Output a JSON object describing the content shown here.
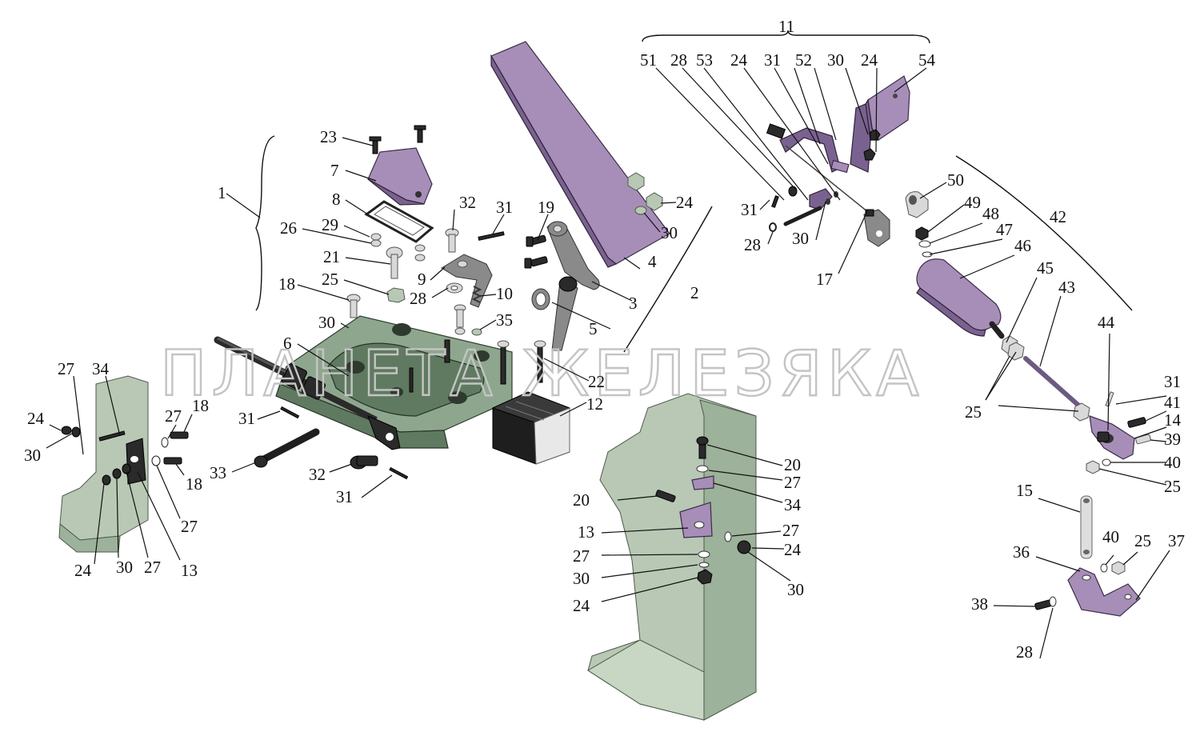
{
  "watermark": "ПЛАНЕТА ЖЕЛЕЗЯКА",
  "labels": [
    {
      "id": "l11",
      "text": "11"
    },
    {
      "id": "l51",
      "text": "51"
    },
    {
      "id": "l28a",
      "text": "28"
    },
    {
      "id": "l53",
      "text": "53"
    },
    {
      "id": "l24a",
      "text": "24"
    },
    {
      "id": "l31a",
      "text": "31"
    },
    {
      "id": "l52",
      "text": "52"
    },
    {
      "id": "l30a",
      "text": "30"
    },
    {
      "id": "l24b",
      "text": "24"
    },
    {
      "id": "l54",
      "text": "54"
    },
    {
      "id": "l23",
      "text": "23"
    },
    {
      "id": "l7",
      "text": "7"
    },
    {
      "id": "l1",
      "text": "1"
    },
    {
      "id": "l8",
      "text": "8"
    },
    {
      "id": "l29",
      "text": "29"
    },
    {
      "id": "l26",
      "text": "26"
    },
    {
      "id": "l21",
      "text": "21"
    },
    {
      "id": "l25a",
      "text": "25"
    },
    {
      "id": "l18a",
      "text": "18"
    },
    {
      "id": "l30b",
      "text": "30"
    },
    {
      "id": "l6",
      "text": "6"
    },
    {
      "id": "l32a",
      "text": "32"
    },
    {
      "id": "l31b",
      "text": "31"
    },
    {
      "id": "l19",
      "text": "19"
    },
    {
      "id": "l9",
      "text": "9"
    },
    {
      "id": "l28b",
      "text": "28"
    },
    {
      "id": "l10",
      "text": "10"
    },
    {
      "id": "l35",
      "text": "35"
    },
    {
      "id": "l24c",
      "text": "24"
    },
    {
      "id": "l30c",
      "text": "30"
    },
    {
      "id": "l4",
      "text": "4"
    },
    {
      "id": "l3",
      "text": "3"
    },
    {
      "id": "l5",
      "text": "5"
    },
    {
      "id": "l2",
      "text": "2"
    },
    {
      "id": "l22",
      "text": "22"
    },
    {
      "id": "l12",
      "text": "12"
    },
    {
      "id": "l31c",
      "text": "31"
    },
    {
      "id": "l28c",
      "text": "28"
    },
    {
      "id": "l30d",
      "text": "30"
    },
    {
      "id": "l17",
      "text": "17"
    },
    {
      "id": "l50",
      "text": "50"
    },
    {
      "id": "l49",
      "text": "49"
    },
    {
      "id": "l48",
      "text": "48"
    },
    {
      "id": "l47",
      "text": "47"
    },
    {
      "id": "l42",
      "text": "42"
    },
    {
      "id": "l46",
      "text": "46"
    },
    {
      "id": "l45",
      "text": "45"
    },
    {
      "id": "l43",
      "text": "43"
    },
    {
      "id": "l44",
      "text": "44"
    },
    {
      "id": "l25b",
      "text": "25"
    },
    {
      "id": "l31d",
      "text": "31"
    },
    {
      "id": "l41",
      "text": "41"
    },
    {
      "id": "l14",
      "text": "14"
    },
    {
      "id": "l39",
      "text": "39"
    },
    {
      "id": "l40a",
      "text": "40"
    },
    {
      "id": "l25c",
      "text": "25"
    },
    {
      "id": "l15",
      "text": "15"
    },
    {
      "id": "l40b",
      "text": "40"
    },
    {
      "id": "l25d",
      "text": "25"
    },
    {
      "id": "l37",
      "text": "37"
    },
    {
      "id": "l36",
      "text": "36"
    },
    {
      "id": "l38",
      "text": "38"
    },
    {
      "id": "l28d",
      "text": "28"
    },
    {
      "id": "l27a",
      "text": "27"
    },
    {
      "id": "l34a",
      "text": "34"
    },
    {
      "id": "l24d",
      "text": "24"
    },
    {
      "id": "l30e",
      "text": "30"
    },
    {
      "id": "l27b",
      "text": "27"
    },
    {
      "id": "l18b",
      "text": "18"
    },
    {
      "id": "l18c",
      "text": "18"
    },
    {
      "id": "l31e",
      "text": "31"
    },
    {
      "id": "l33",
      "text": "33"
    },
    {
      "id": "l32b",
      "text": "32"
    },
    {
      "id": "l31f",
      "text": "31"
    },
    {
      "id": "l27c",
      "text": "27"
    },
    {
      "id": "l24e",
      "text": "24"
    },
    {
      "id": "l30f",
      "text": "30"
    },
    {
      "id": "l27d",
      "text": "27"
    },
    {
      "id": "l13a",
      "text": "13"
    },
    {
      "id": "l20a",
      "text": "20"
    },
    {
      "id": "l27e",
      "text": "27"
    },
    {
      "id": "l34b",
      "text": "34"
    },
    {
      "id": "l20b",
      "text": "20"
    },
    {
      "id": "l13b",
      "text": "13"
    },
    {
      "id": "l27f",
      "text": "27"
    },
    {
      "id": "l24f",
      "text": "24"
    },
    {
      "id": "l27g",
      "text": "27"
    },
    {
      "id": "l30g",
      "text": "30"
    },
    {
      "id": "l30h",
      "text": "30"
    },
    {
      "id": "l24g",
      "text": "24"
    }
  ]
}
